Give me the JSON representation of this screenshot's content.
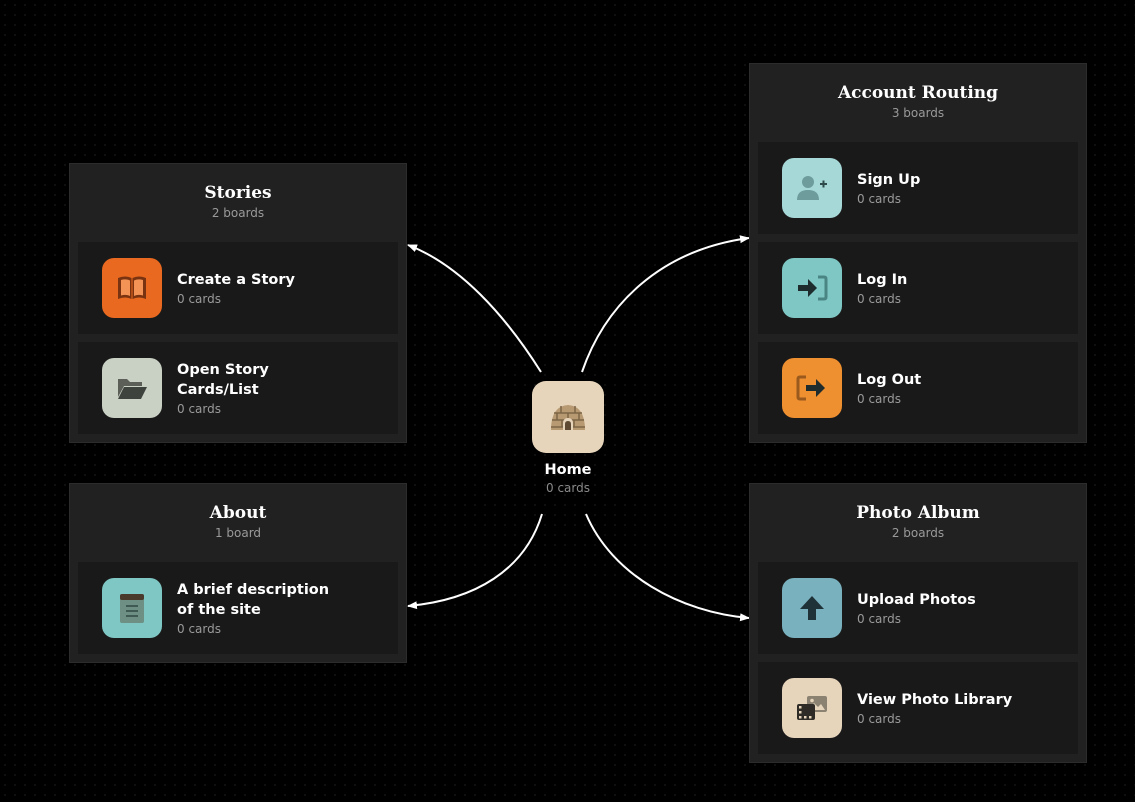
{
  "home": {
    "title": "Home",
    "count": "0 cards",
    "icon": "igloo-icon",
    "color": "#e6d5bb"
  },
  "groups": {
    "stories": {
      "title": "Stories",
      "count": "2 boards",
      "cards": [
        {
          "title": "Create a Story",
          "count": "0 cards",
          "icon": "book-icon",
          "color": "#e8691f"
        },
        {
          "title": "Open Story Cards/List",
          "count": "0 cards",
          "icon": "folder-open-icon",
          "color": "#c9d0c4"
        }
      ]
    },
    "about": {
      "title": "About",
      "count": "1 board",
      "cards": [
        {
          "title": "A brief description of the site",
          "count": "0 cards",
          "icon": "notepad-icon",
          "color": "#7ec7c4"
        }
      ]
    },
    "account": {
      "title": "Account Routing",
      "count": "3 boards",
      "cards": [
        {
          "title": "Sign Up",
          "count": "0 cards",
          "icon": "user-plus-icon",
          "color": "#a6d8d8"
        },
        {
          "title": "Log In",
          "count": "0 cards",
          "icon": "sign-in-icon",
          "color": "#7ec7c4"
        },
        {
          "title": "Log Out",
          "count": "0 cards",
          "icon": "sign-out-icon",
          "color": "#ee8f30"
        }
      ]
    },
    "photos": {
      "title": "Photo Album",
      "count": "2 boards",
      "cards": [
        {
          "title": "Upload Photos",
          "count": "0 cards",
          "icon": "upload-arrow-icon",
          "color": "#79b1bf"
        },
        {
          "title": "View Photo Library",
          "count": "0 cards",
          "icon": "photo-film-icon",
          "color": "#e6d5bb"
        }
      ]
    }
  }
}
